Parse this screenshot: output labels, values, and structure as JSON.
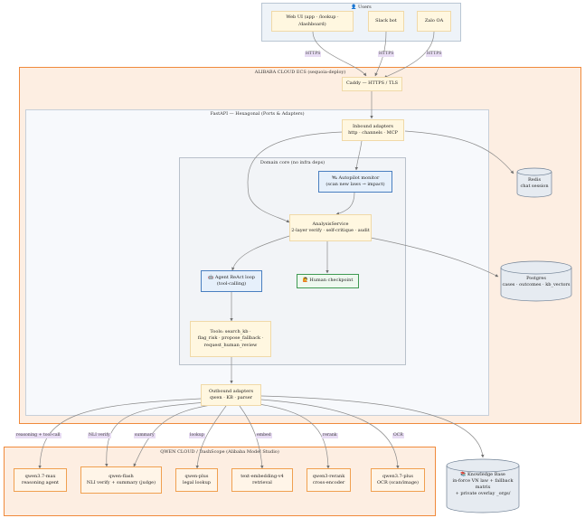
{
  "clusters": {
    "users": "👤 Users",
    "alibaba": "ALIBABA CLOUD ECS (sequoia-deploy)",
    "fastapi": "FastAPI — Hexagonal (Ports & Adapters)",
    "domain": "Domain core (no infra deps)",
    "qwen": "QWEN CLOUD / DashScope (Alibaba Model Studio)"
  },
  "nodes": {
    "web_ui": "Web UI (app · /lookup · /dashboard)",
    "slack_bot": "Slack bot",
    "zalo_oa": "Zalo OA",
    "caddy": "Caddy — HTTPS / TLS",
    "inbound_l1": "Inbound adapters",
    "inbound_l2": "http · channels · MCP",
    "autopilot_l1": "🛰 Autopilot monitor",
    "autopilot_l2": "(scan new laws → impact)",
    "analysis_l1": "AnalysisService",
    "analysis_l2": "2-layer verify · self-critique · audit",
    "agent_l1": "🤖 Agent ReAct loop",
    "agent_l2": "(tool-calling)",
    "human": "🙋 Human checkpoint",
    "tools_l1": "Tools: search_kb ·",
    "tools_l2": "flag_risk · propose_fallback ·",
    "tools_l3": "request_human_review",
    "outbound_l1": "Outbound adapters",
    "outbound_l2": "qwen · KB · parser",
    "redis_l1": "Redis",
    "redis_l2": "chat session",
    "postgres_l1": "Postgres",
    "postgres_l2": "cases · outcomes · kb_vectors",
    "kb_l1": "📚 Knowledge Base",
    "kb_l2": "in-force VN law + fallback matrix",
    "kb_l3": "+ private overlay _orgs/",
    "qwen37_l1": "qwen3.7-max",
    "qwen37_l2": "reasoning agent",
    "flash_l1": "qwen-flash",
    "flash_l2": "NLI verify + summary (judge)",
    "plus_l1": "qwen-plus",
    "plus_l2": "legal lookup",
    "embed_l1": "text-embedding-v4",
    "embed_l2": "retrieval",
    "rerank_l1": "qwen3-rerank",
    "rerank_l2": "cross-encoder",
    "vl_l1": "qwen3.7-plus",
    "vl_l2": "OCR (scan/image)"
  },
  "edge_labels": {
    "https1": "HTTPS",
    "https2": "HTTPS",
    "https3": "HTTPS",
    "reasoning": "reasoning + tool-call",
    "nli": "NLI verify",
    "summary": "summary",
    "lookup": "lookup",
    "embed": "embed",
    "rerank": "rerank",
    "ocr": "OCR"
  },
  "colors": {
    "alibaba_border": "#f08a3c",
    "alibaba_fill": "#fdeee2",
    "users_fill": "#eef3f8",
    "fastapi_fill": "#f7f9fc",
    "node_fill": "#fff7e0",
    "autopilot_border": "#4a7fc0",
    "human_border": "#3f9a52",
    "edge_label_bg": "#e8dcf4"
  }
}
